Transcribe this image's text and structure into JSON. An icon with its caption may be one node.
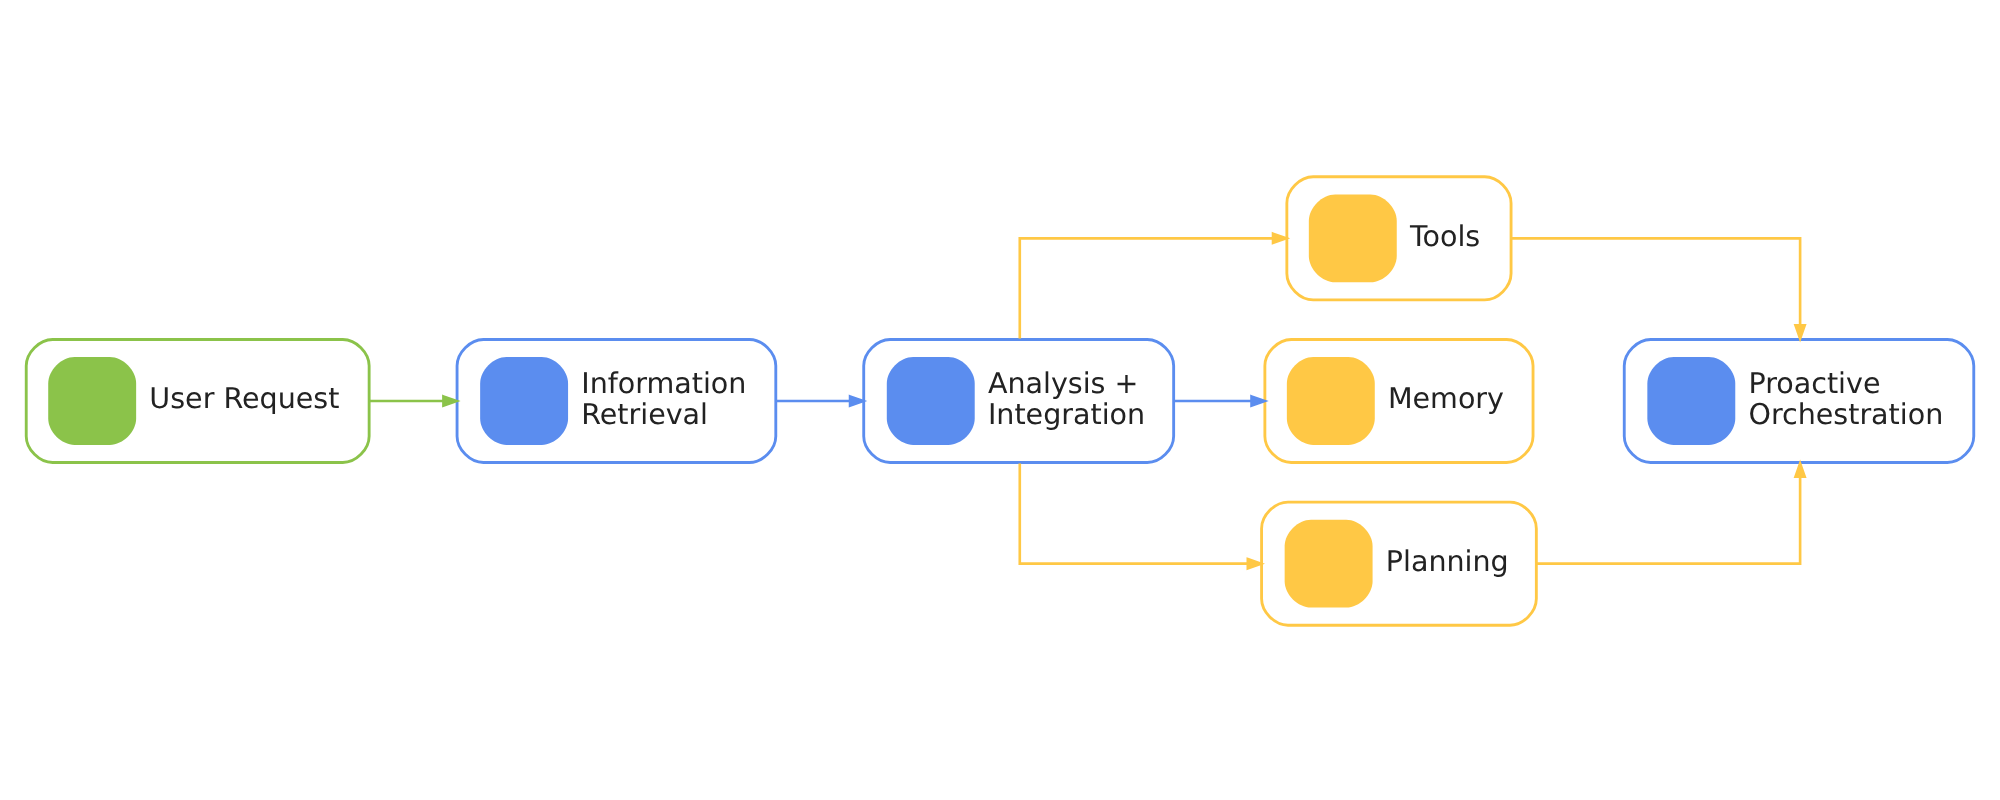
{
  "diagram": {
    "nodes": [
      {
        "text": [
          "User Request"
        ]
      },
      {
        "text": [
          "Information Retrieval"
        ]
      },
      {
        "text": [
          "Analysis + Integration"
        ]
      },
      {
        "text": [
          "Tools"
        ]
      },
      {
        "text": [
          "Memory"
        ]
      },
      {
        "text": [
          "Planning"
        ]
      },
      {
        "text": [
          "Proactive Orchestration"
        ]
      }
    ],
    "edges": [
      {
        "from": 0,
        "to": 1,
        "arrow": "to",
        "color": "#8bc34a"
      },
      {
        "from": 1,
        "to": 2,
        "arrow": "to",
        "color": "#5b8def"
      },
      {
        "from": 2,
        "to": 3,
        "arrow": "to"
      },
      {
        "from": 2,
        "to": 4,
        "arrow": "to",
        "color": "#5b8def"
      },
      {
        "from": 2,
        "to": 5,
        "arrow": "to"
      },
      {
        "from": 3,
        "to": 6,
        "arrow": "to"
      },
      {
        "from": 5,
        "to": 6,
        "arrow": "to"
      }
    ]
  }
}
